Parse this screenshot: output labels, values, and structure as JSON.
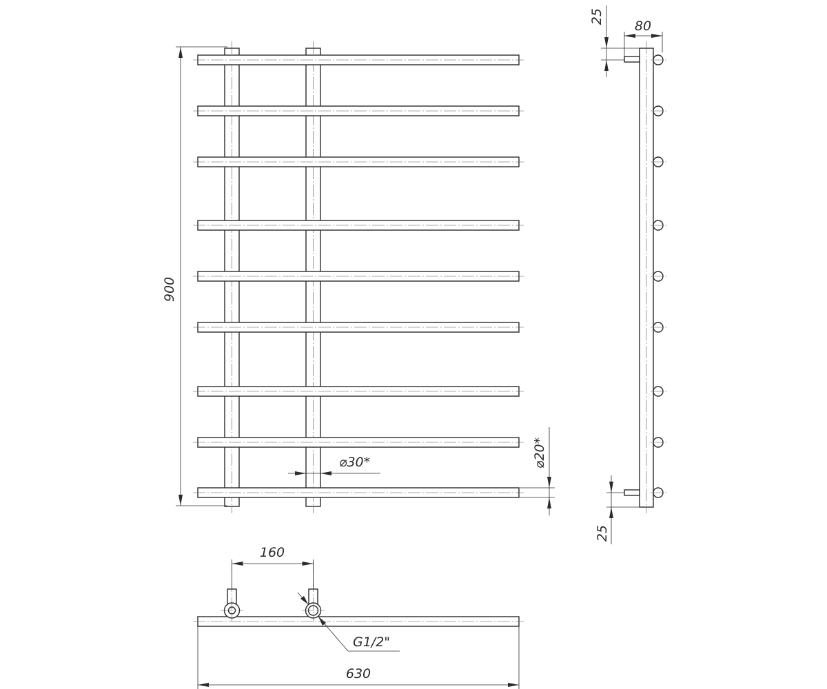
{
  "dimensions": {
    "height": "900",
    "width": "630",
    "axis_spacing": "160",
    "depth": "80",
    "top_offset": "25",
    "bottom_offset": "25",
    "vertical_tube_diameter": "⌀30*",
    "rung_diameter": "⌀20*",
    "thread": "G1/2\""
  },
  "rail": {
    "rung_count": 9
  }
}
